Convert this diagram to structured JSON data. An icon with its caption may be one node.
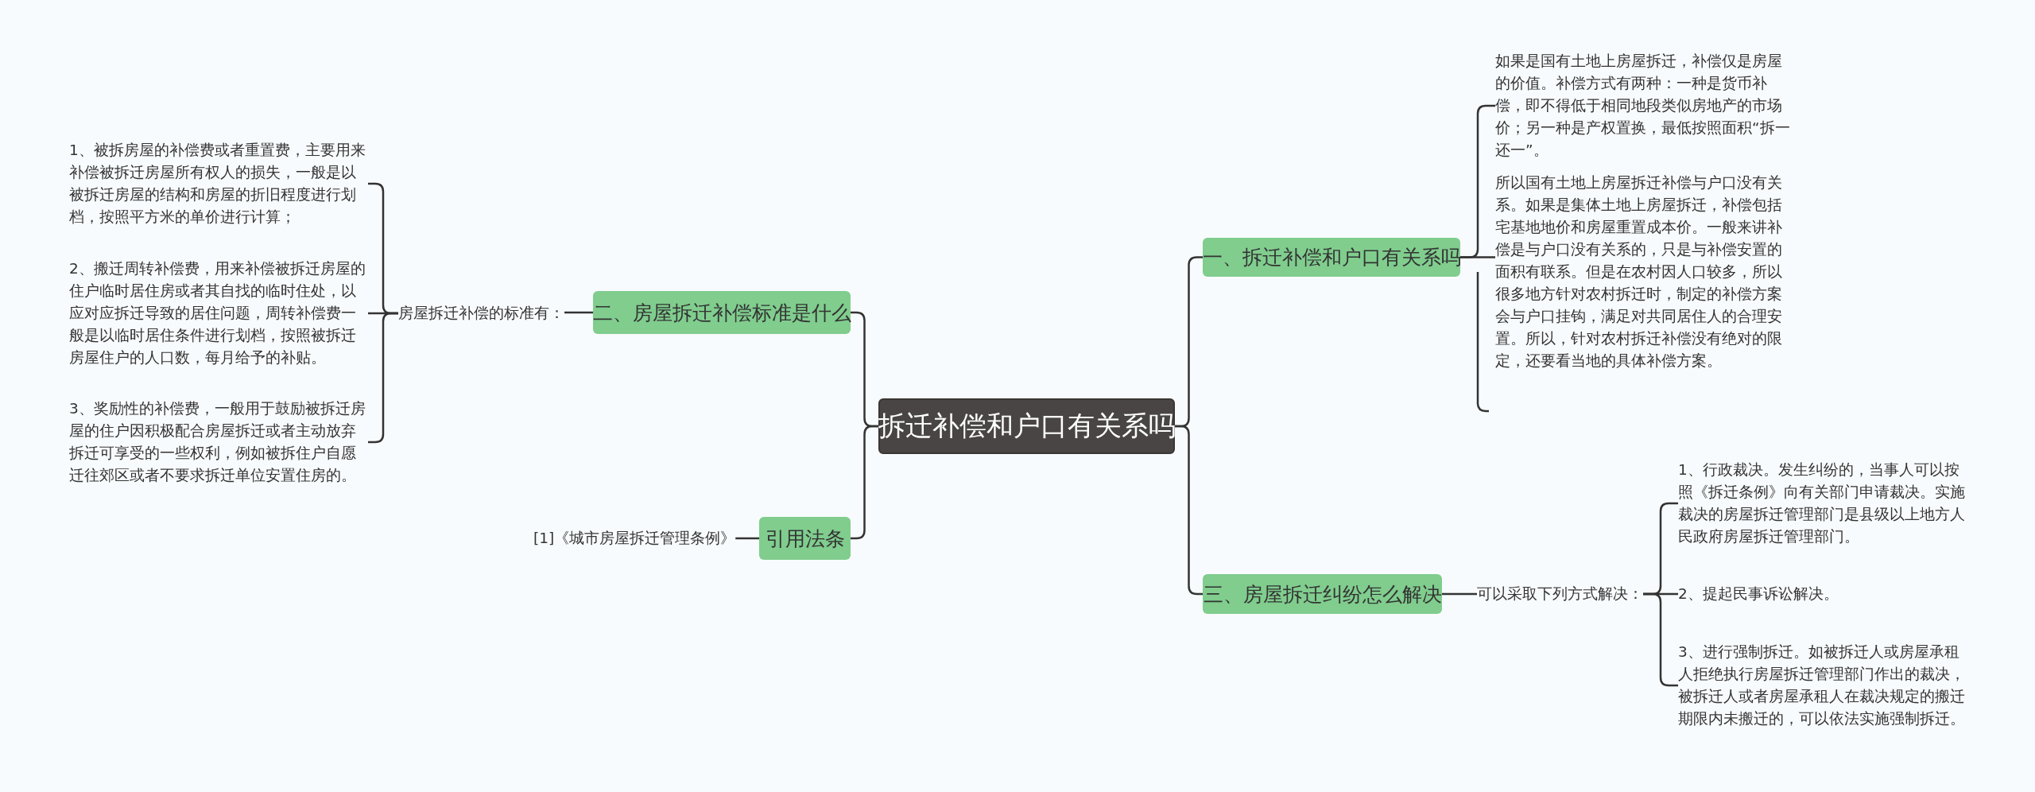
{
  "diagram": {
    "nodes": [
      {
        "text": [
          "拆迁补偿和户口有关系吗"
        ]
      },
      {
        "text": [
          "一、拆迁补偿和户口有关系吗"
        ]
      },
      {
        "text": [
          "如果是国有土地上房屋拆迁，补偿仅是房屋的价值。补偿方式有两种：一种是货币补偿，即不得低于相同地段类似房地产的市场价；另一种是产权置换，最低按照面积“拆一还一”。"
        ]
      },
      {
        "text": [
          "所以国有土地上房屋拆迁补偿与户口没有关系。如果是集体土地上房屋拆迁，补偿包括宅基地地价和房屋重置成本价。一般来讲补偿是与户口没有关系的，只是与补偿安置的面积有联系。但是在农村因人口较多，所以很多地方针对农村拆迁时，制定的补偿方案会与户口挂钩，满足对共同居住人的合理安置。所以，针对农村拆迁补偿没有绝对的限定，还要看当地的具体补偿方案。"
        ]
      },
      {
        "text": [
          "三、房屋拆迁纠纷怎么解决"
        ]
      },
      {
        "text": [
          "可以采取下列方式解决："
        ]
      },
      {
        "text": [
          "1、行政裁决。发生纠纷的，当事人可以按照《拆迁条例》向有关部门申请裁决。实施裁决的房屋拆迁管理部门是县级以上地方人民政府房屋拆迁管理部门。"
        ]
      },
      {
        "text": [
          "2、提起民事诉讼解决。"
        ]
      },
      {
        "text": [
          "3、进行强制拆迁。如被拆迁人或房屋承租人拒绝执行房屋拆迁管理部门作出的裁决，被拆迁人或者房屋承租人在裁决规定的搬迁期限内未搬迁的，可以依法实施强制拆迁。"
        ]
      },
      {
        "text": [
          "二、房屋拆迁补偿标准是什么"
        ]
      },
      {
        "text": [
          "房屋拆迁补偿的标准有："
        ]
      },
      {
        "text": [
          "1、被拆房屋的补偿费或者重置费，主要用来补偿被拆迁房屋所有权人的损失，一般是以被拆迁房屋的结构和房屋的折旧程度进行划档，按照平方米的单价进行计算；"
        ]
      },
      {
        "text": [
          "2、搬迁周转补偿费，用来补偿被拆迁房屋的住户临时居住房或者其自找的临时住处，以应对应拆迁导致的居住问题，周转补偿费一般是以临时居住条件进行划档，按照被拆迁房屋住户的人口数，每月给予的补贴。"
        ]
      },
      {
        "text": [
          "3、奖励性的补偿费，一般用于鼓励被拆迁房屋的住户因积极配合房屋拆迁或者主动放弃拆迁可享受的一些权利，例如被拆住户自愿迁往郊区或者不要求拆迁单位安置住房的。"
        ]
      },
      {
        "text": [
          "引用法条"
        ]
      },
      {
        "text": [
          "[1]《城市房屋拆迁管理条例》"
        ]
      }
    ],
    "edges": [
      {
        "from": 0,
        "to": 1,
        "arrow": "none"
      },
      {
        "from": 1,
        "to": 2,
        "arrow": "none"
      },
      {
        "from": 1,
        "to": 3,
        "arrow": "none"
      },
      {
        "from": 0,
        "to": 4,
        "arrow": "none"
      },
      {
        "from": 4,
        "to": 5,
        "arrow": "none"
      },
      {
        "from": 5,
        "to": 6,
        "arrow": "none"
      },
      {
        "from": 5,
        "to": 7,
        "arrow": "none"
      },
      {
        "from": 5,
        "to": 8,
        "arrow": "none"
      },
      {
        "from": 0,
        "to": 9,
        "arrow": "none"
      },
      {
        "from": 9,
        "to": 10,
        "arrow": "none"
      },
      {
        "from": 10,
        "to": 11,
        "arrow": "none"
      },
      {
        "from": 10,
        "to": 12,
        "arrow": "none"
      },
      {
        "from": 10,
        "to": 13,
        "arrow": "none"
      },
      {
        "from": 0,
        "to": 14,
        "arrow": "none"
      },
      {
        "from": 14,
        "to": 15,
        "arrow": "none"
      }
    ]
  }
}
